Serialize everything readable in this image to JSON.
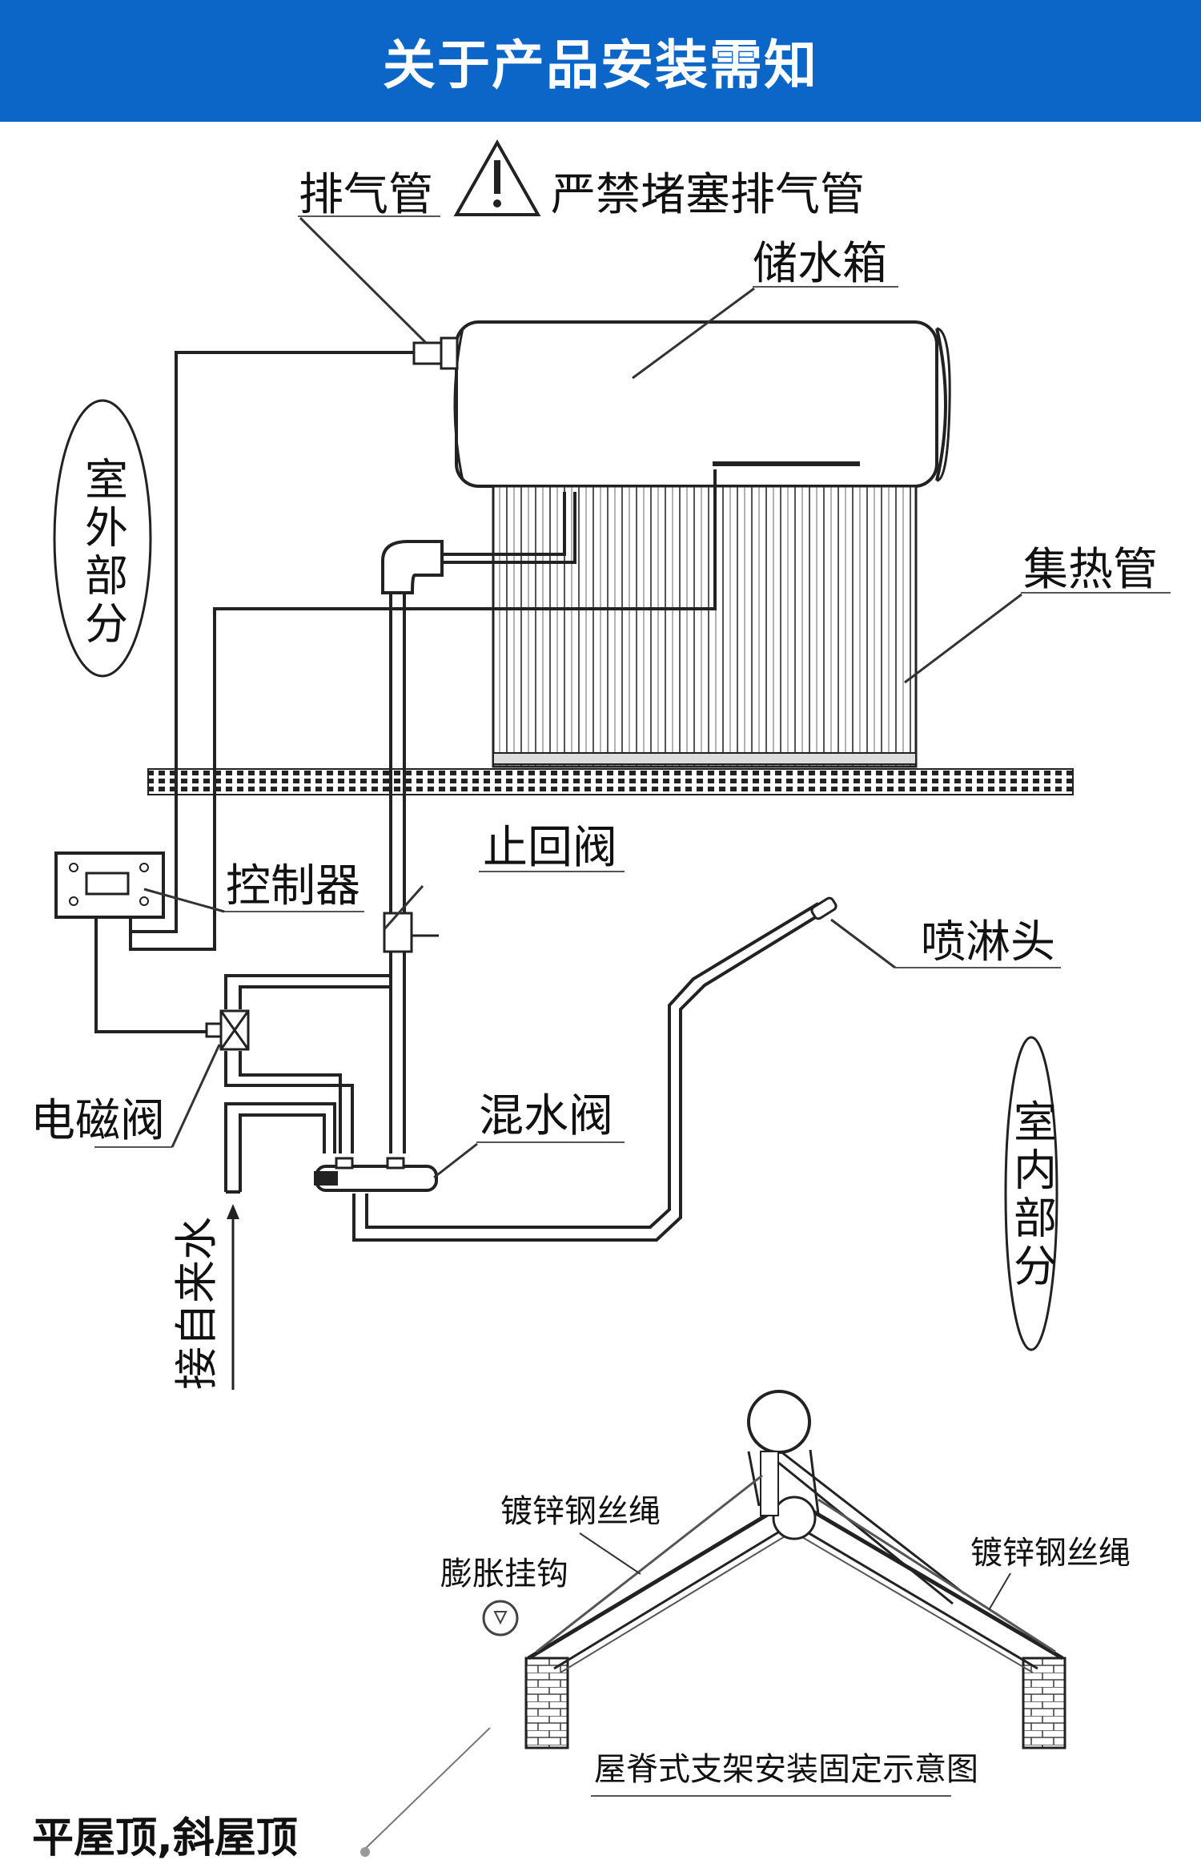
{
  "header": {
    "title": "关于产品安装需知"
  },
  "diagram": {
    "exhaust_pipe": "排气管",
    "warning_icon": "warning-triangle",
    "warning_text": "严禁堵塞排气管",
    "storage_tank": "储水箱",
    "outdoor_part": "室外部分",
    "collector_tubes": "集热管",
    "check_valve": "止回阀",
    "controller": "控制器",
    "shower_head": "喷淋头",
    "solenoid_valve": "电磁阀",
    "mixing_valve": "混水阀",
    "indoor_part": "室内部分",
    "tap_water": "接自来水"
  },
  "roof": {
    "wire_rope_left": "镀锌钢丝绳",
    "wire_rope_right": "镀锌钢丝绳",
    "expansion_hook": "膨胀挂钩",
    "caption": "屋脊式支架安装固定示意图",
    "roof_types": "平屋顶,斜屋顶"
  }
}
